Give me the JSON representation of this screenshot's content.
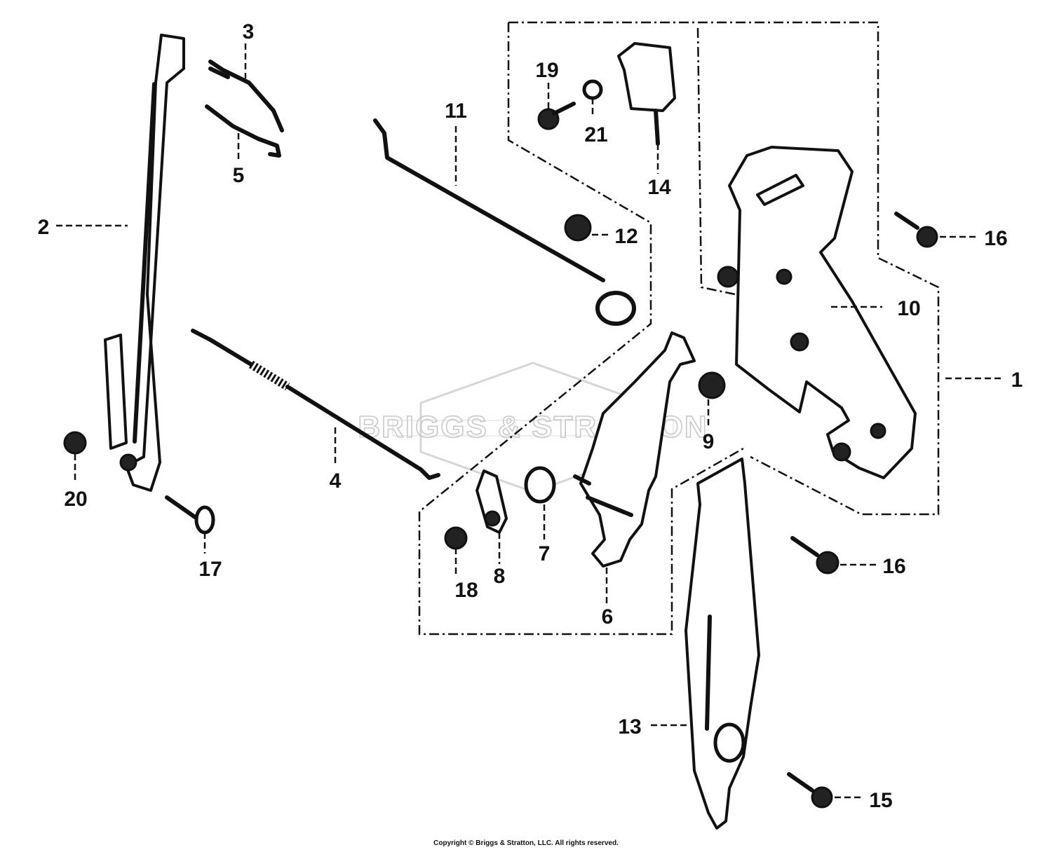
{
  "watermark": {
    "brand": "BRIGGS & STRATTON"
  },
  "copyright": "Copyright © Briggs & Stratton, LLC. All rights reserved.",
  "callouts": [
    {
      "id": "c1",
      "text": "1"
    },
    {
      "id": "c2",
      "text": "2"
    },
    {
      "id": "c3",
      "text": "3"
    },
    {
      "id": "c4",
      "text": "4"
    },
    {
      "id": "c5",
      "text": "5"
    },
    {
      "id": "c6",
      "text": "6"
    },
    {
      "id": "c7",
      "text": "7"
    },
    {
      "id": "c8",
      "text": "8"
    },
    {
      "id": "c9",
      "text": "9"
    },
    {
      "id": "c10",
      "text": "10"
    },
    {
      "id": "c11",
      "text": "11"
    },
    {
      "id": "c12",
      "text": "12"
    },
    {
      "id": "c13",
      "text": "13"
    },
    {
      "id": "c14",
      "text": "14"
    },
    {
      "id": "c15",
      "text": "15"
    },
    {
      "id": "c16a",
      "text": "16"
    },
    {
      "id": "c16b",
      "text": "16"
    },
    {
      "id": "c17",
      "text": "17"
    },
    {
      "id": "c18",
      "text": "18"
    },
    {
      "id": "c19",
      "text": "19"
    },
    {
      "id": "c20",
      "text": "20"
    },
    {
      "id": "c21",
      "text": "21"
    }
  ]
}
